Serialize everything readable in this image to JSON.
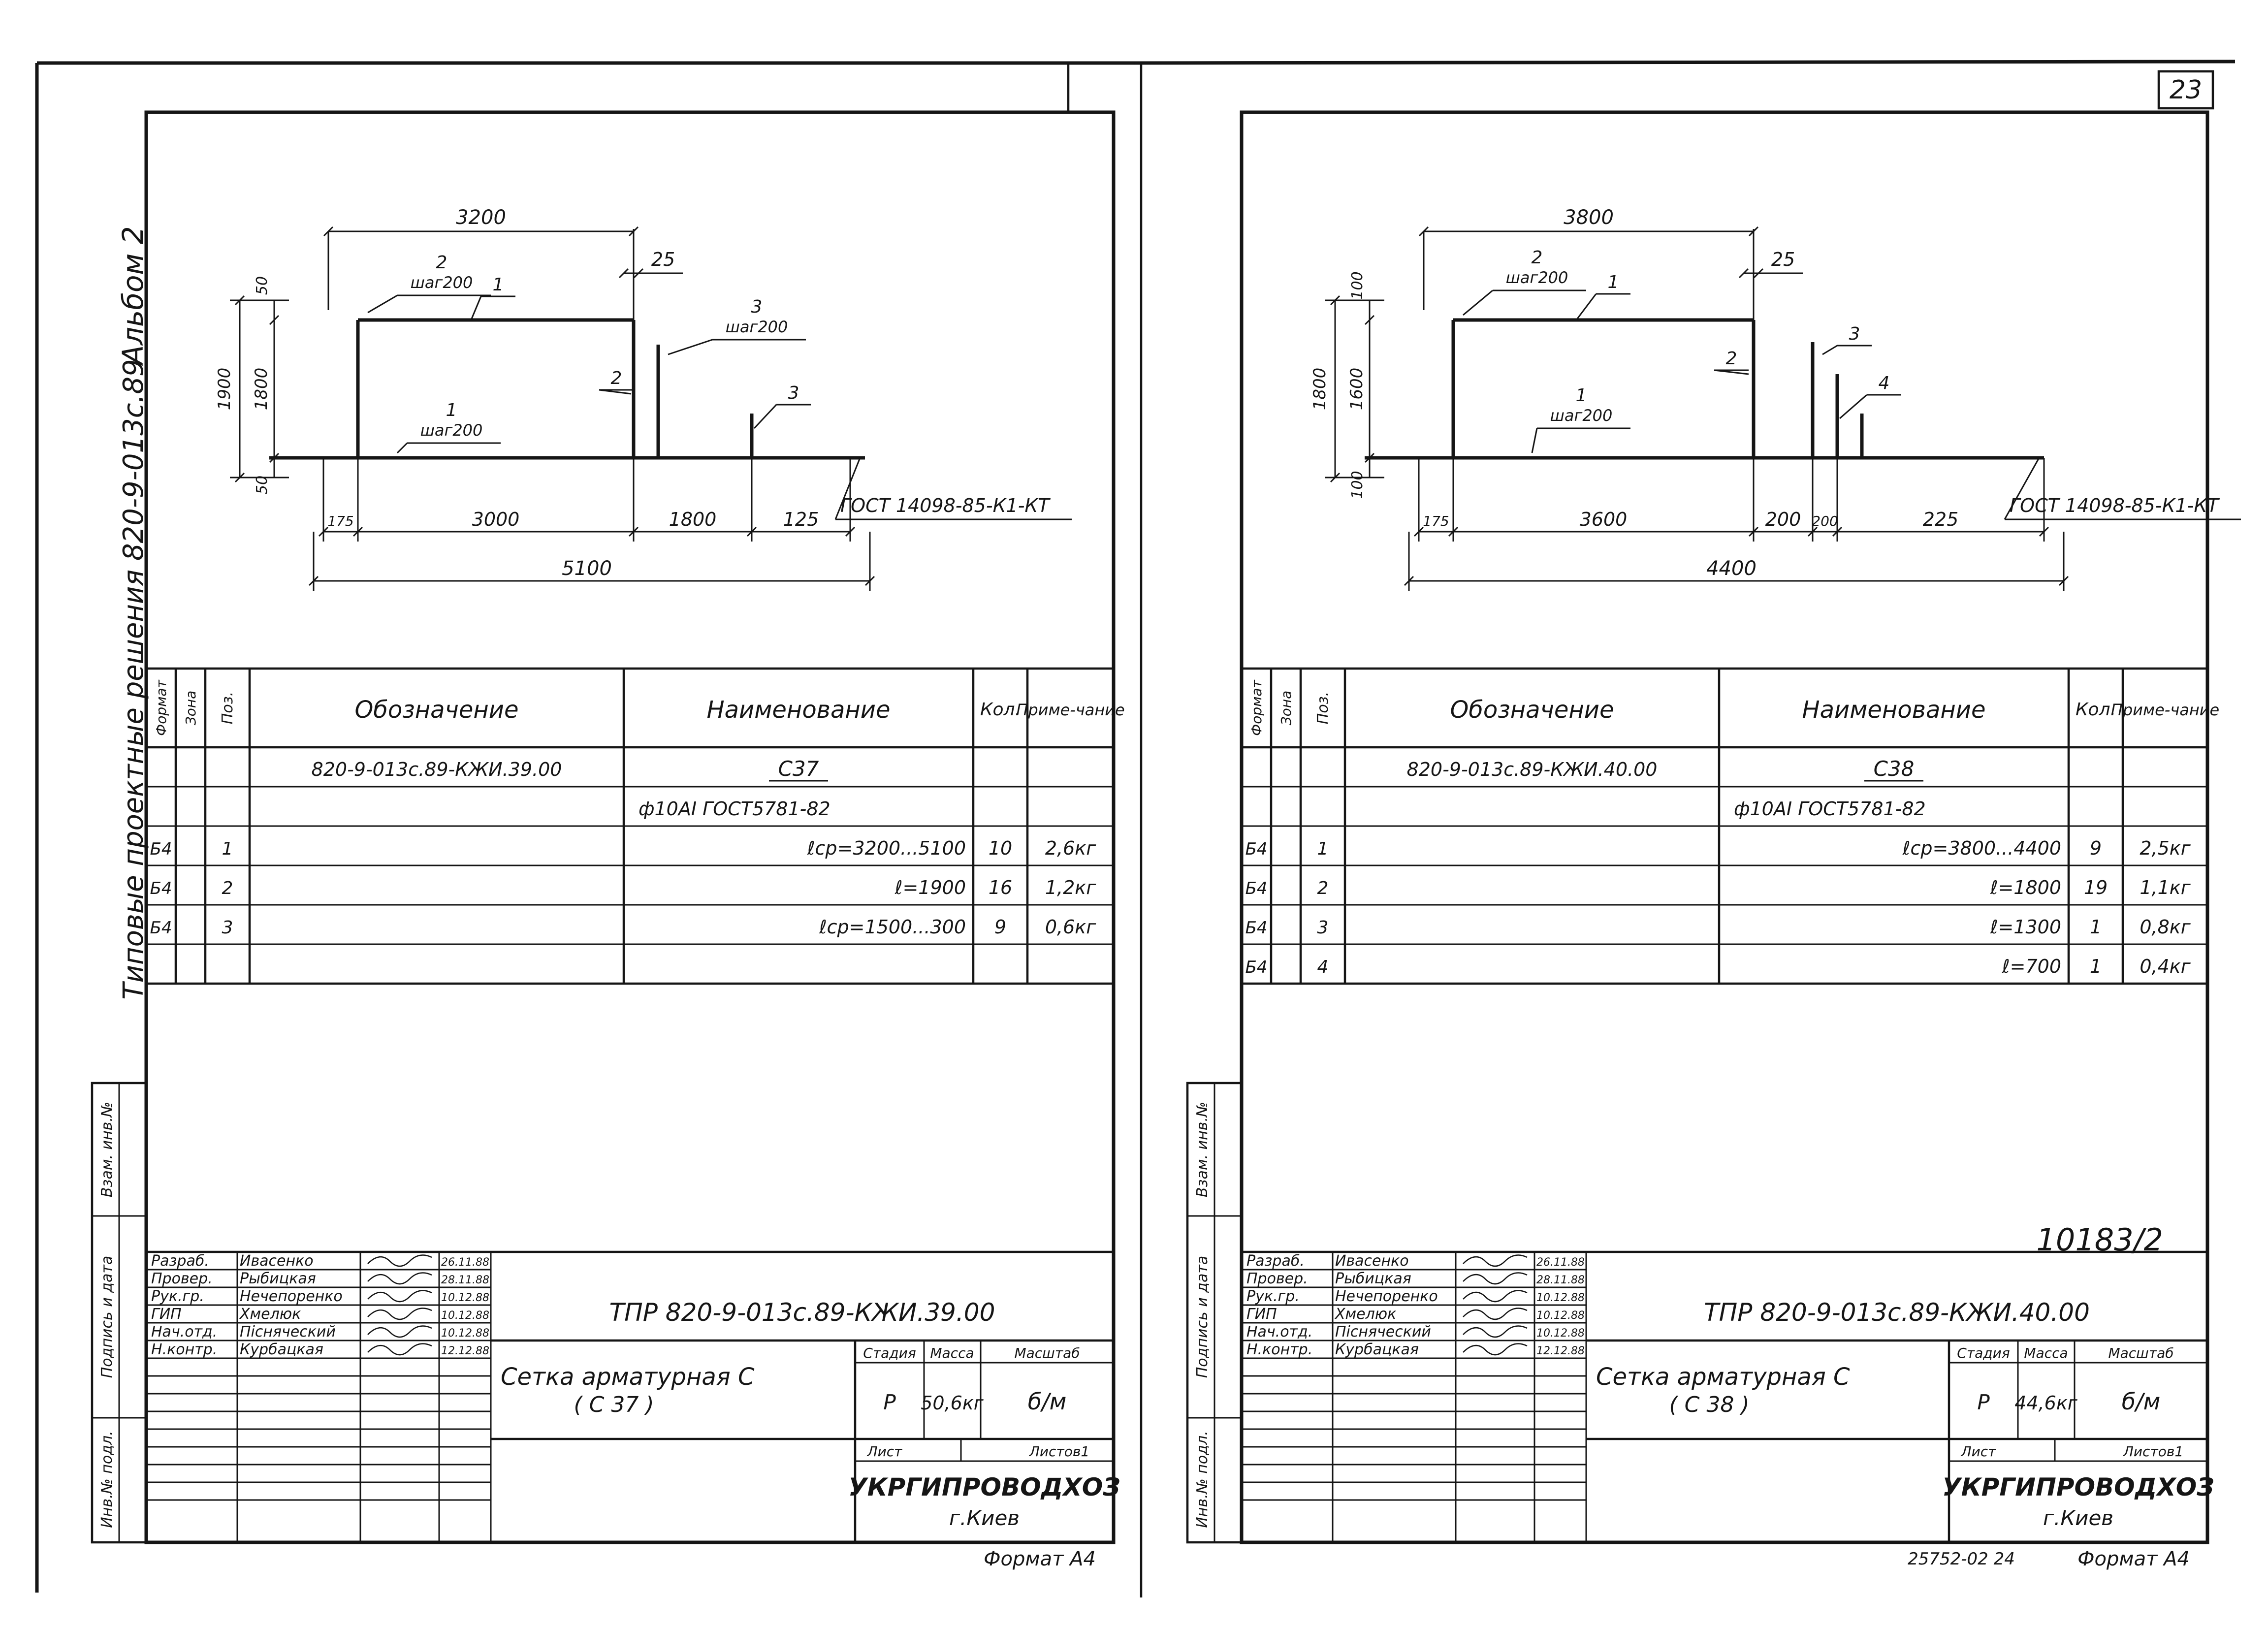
{
  "page_number": "23",
  "album_label": "Альбом 2",
  "series_label": "Типовые проектные решения 820-9-013с.89",
  "stamp_side": {
    "ref": "Взам. инв.№",
    "date": "Подпись и дата",
    "inv": "Инв.№ подл."
  },
  "spec_headers": {
    "format": "Формат",
    "zone": "Зона",
    "pos": "Поз.",
    "designation": "Обозначение",
    "name": "Наименование",
    "qty": "Кол.",
    "note": "Приме-чание"
  },
  "titleblock_roles": [
    "Разраб.",
    "Провер.",
    "Рук.гр.",
    "ГИП",
    "Нач.отд.",
    "Н.контр."
  ],
  "titleblock_names": [
    "Ивасенко",
    "Рыбицкая",
    "Нечепоренко",
    "Хмелюк",
    "Пісняческий",
    "Курбацкая"
  ],
  "titleblock_labels": {
    "stage": "Стадия",
    "mass": "Масса",
    "scale": "Масштаб",
    "sheet": "Лист",
    "sheets": "Листов1"
  },
  "sheets": [
    {
      "drawing": {
        "dim_top": "3200",
        "dim_top_small": "25",
        "dim_overall_h": "1900",
        "dim_inner_h": "1800",
        "dim_top_edge": "50",
        "dim_bottom_edge": "50",
        "dims_bottom": [
          "175",
          "3000",
          "1800",
          "125"
        ],
        "dim_total": "5100",
        "callouts": [
          {
            "num": "2",
            "step": "шаг200"
          },
          {
            "num": "1",
            "step": ""
          },
          {
            "num": "3",
            "step": "шаг200"
          },
          {
            "num": "2",
            "step": ""
          },
          {
            "num": "1",
            "step": "шаг200"
          },
          {
            "num": "3",
            "step": ""
          }
        ],
        "standard": "ГОСТ 14098-85-К1-КТ"
      },
      "spec": {
        "designation": "820-9-013с.89-КЖИ.39.00",
        "item_name": "С37",
        "material": "ф10АI ГОСТ5781-82",
        "rows": [
          {
            "format": "Б4",
            "pos": "1",
            "length": "ℓср=3200...5100",
            "qty": "10",
            "note": "2,6кг"
          },
          {
            "format": "Б4",
            "pos": "2",
            "length": "ℓ=1900",
            "qty": "16",
            "note": "1,2кг"
          },
          {
            "format": "Б4",
            "pos": "3",
            "length": "ℓср=1500...300",
            "qty": "9",
            "note": "0,6кг"
          }
        ]
      },
      "titleblock": {
        "dates": [
          "26.11.88",
          "28.11.88",
          "10.12.88",
          "10.12.88",
          "10.12.88",
          "12.12.88"
        ],
        "doc_code": "ТПР 820-9-013с.89-КЖИ.39.00",
        "title": "Сетка арматурная С",
        "title_sub": "( С 37 )",
        "stage": "Р",
        "mass": "50,6кг",
        "scale": "б/м",
        "org": "УКРГИПРОВОДХОЗ",
        "city": "г.Киев"
      },
      "ref_number": "",
      "footer": "Формат А4",
      "footer_code": ""
    },
    {
      "drawing": {
        "dim_top": "3800",
        "dim_top_small": "25",
        "dim_overall_h": "1800",
        "dim_inner_h": "1600",
        "dim_top_edge": "100",
        "dim_bottom_edge": "100",
        "dims_bottom": [
          "175",
          "3600",
          "200",
          "200",
          "225"
        ],
        "dim_total": "4400",
        "callouts": [
          {
            "num": "2",
            "step": "шаг200"
          },
          {
            "num": "1",
            "step": ""
          },
          {
            "num": "3",
            "step": ""
          },
          {
            "num": "2",
            "step": ""
          },
          {
            "num": "1",
            "step": "шаг200"
          },
          {
            "num": "4",
            "step": ""
          }
        ],
        "standard": "ГОСТ 14098-85-К1-КТ"
      },
      "spec": {
        "designation": "820-9-013с.89-КЖИ.40.00",
        "item_name": "С38",
        "material": "ф10АI ГОСТ5781-82",
        "rows": [
          {
            "format": "Б4",
            "pos": "1",
            "length": "ℓср=3800...4400",
            "qty": "9",
            "note": "2,5кг"
          },
          {
            "format": "Б4",
            "pos": "2",
            "length": "ℓ=1800",
            "qty": "19",
            "note": "1,1кг"
          },
          {
            "format": "Б4",
            "pos": "3",
            "length": "ℓ=1300",
            "qty": "1",
            "note": "0,8кг"
          },
          {
            "format": "Б4",
            "pos": "4",
            "length": "ℓ=700",
            "qty": "1",
            "note": "0,4кг"
          }
        ]
      },
      "titleblock": {
        "dates": [
          "26.11.88",
          "28.11.88",
          "10.12.88",
          "10.12.88",
          "10.12.88",
          "12.12.88"
        ],
        "doc_code": "ТПР 820-9-013с.89-КЖИ.40.00",
        "title": "Сетка арматурная С",
        "title_sub": "( С 38 )",
        "stage": "Р",
        "mass": "44,6кг",
        "scale": "б/м",
        "org": "УКРГИПРОВОДХОЗ",
        "city": "г.Киев"
      },
      "ref_number": "10183/2",
      "footer": "Формат А4",
      "footer_code": "25752-02 24"
    }
  ]
}
